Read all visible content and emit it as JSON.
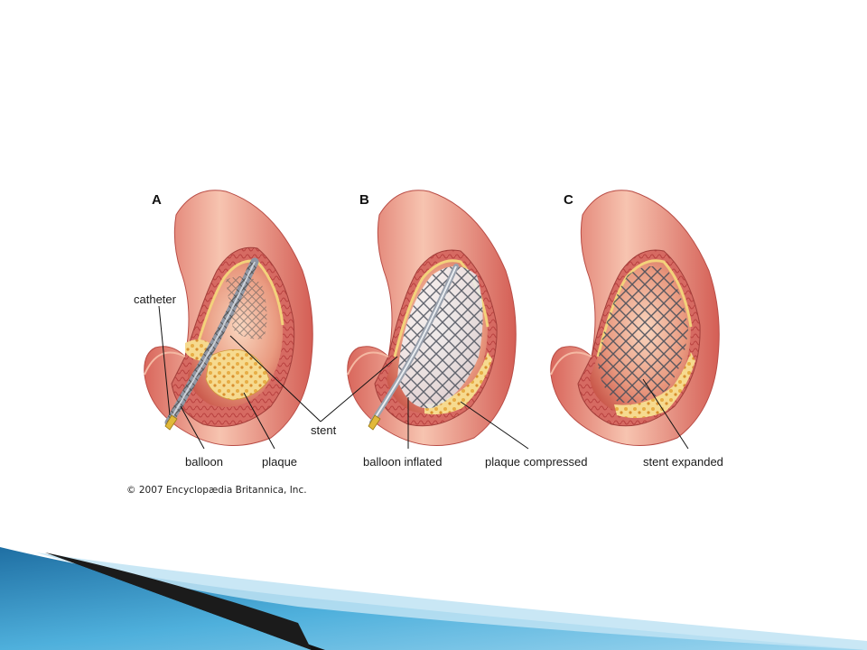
{
  "panels": [
    {
      "letter": "A"
    },
    {
      "letter": "B"
    },
    {
      "letter": "C"
    }
  ],
  "labels": {
    "catheter": "catheter",
    "balloon": "balloon",
    "plaque": "plaque",
    "stent": "stent",
    "balloon_inflated": "balloon inflated",
    "plaque_compressed": "plaque compressed",
    "stent_expanded": "stent expanded"
  },
  "copyright": "© 2007 Encyclopædia Britannica, Inc.",
  "colors": {
    "vessel_outer": "#e8877a",
    "vessel_highlight": "#f6c1ad",
    "vessel_wall": "#c94a4a",
    "plaque": "#f2c96b",
    "stent": "#555a66",
    "banner_dark": "#111111",
    "banner_blue": "#3e8fc0"
  }
}
